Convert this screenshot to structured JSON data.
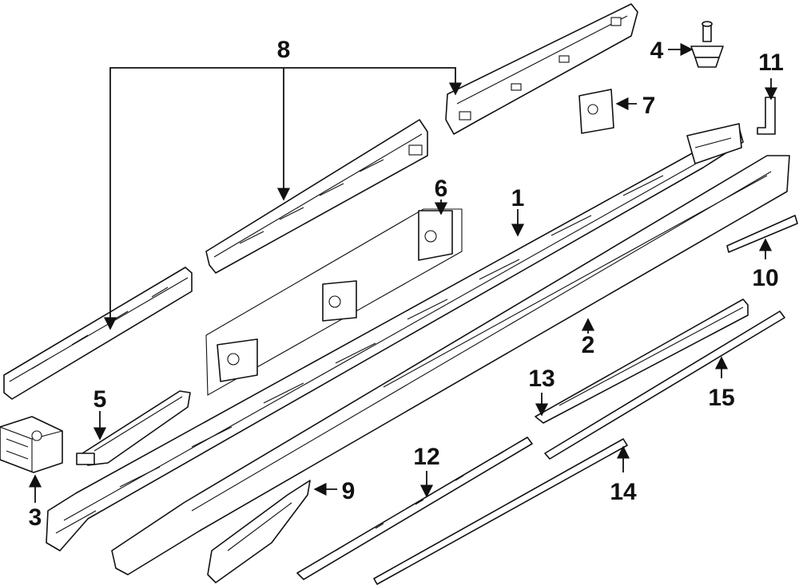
{
  "diagram": {
    "callouts": [
      {
        "id": "c1",
        "label": "1"
      },
      {
        "id": "c2",
        "label": "2"
      },
      {
        "id": "c3",
        "label": "3"
      },
      {
        "id": "c4",
        "label": "4"
      },
      {
        "id": "c5",
        "label": "5"
      },
      {
        "id": "c6",
        "label": "6"
      },
      {
        "id": "c7",
        "label": "7"
      },
      {
        "id": "c8",
        "label": "8"
      },
      {
        "id": "c9",
        "label": "9"
      },
      {
        "id": "c10",
        "label": "10"
      },
      {
        "id": "c11",
        "label": "11"
      },
      {
        "id": "c12",
        "label": "12"
      },
      {
        "id": "c13",
        "label": "13"
      },
      {
        "id": "c14",
        "label": "14"
      },
      {
        "id": "c15",
        "label": "15"
      }
    ],
    "line_color": "#111111",
    "background": "#ffffff"
  }
}
